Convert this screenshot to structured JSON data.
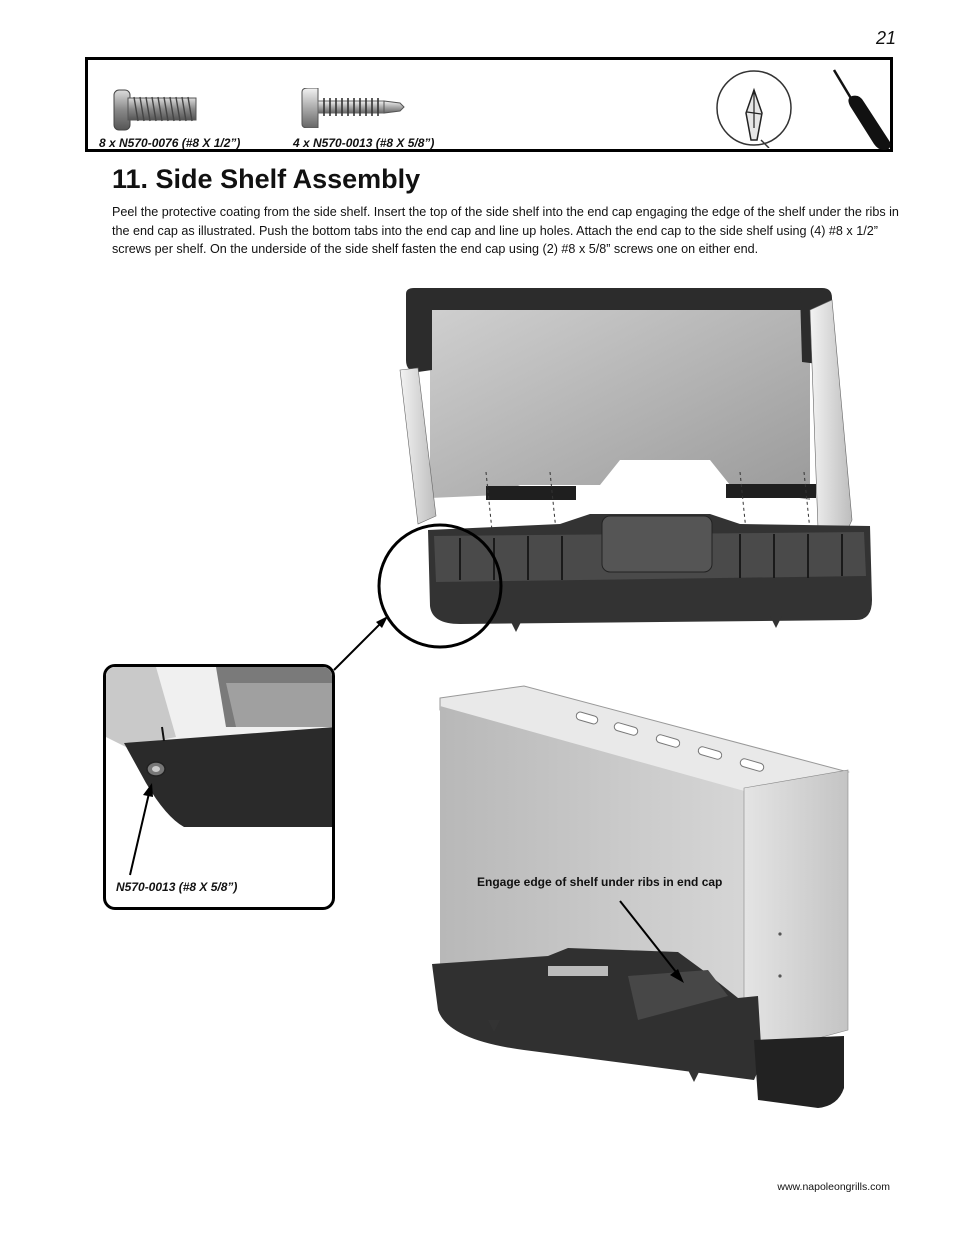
{
  "page": {
    "number": "21"
  },
  "parts": [
    {
      "quantity_label": "8 x N570-0076 (#8 X 1/2”)",
      "icon": "machine-screw-icon"
    },
    {
      "quantity_label": "4 x N570-0013 (#8 X 5/8”)",
      "icon": "self-tapping-screw-icon"
    }
  ],
  "tools": [
    {
      "icon": "phillips-tip-icon"
    },
    {
      "icon": "screwdriver-icon"
    }
  ],
  "section": {
    "title": "11.  Side Shelf Assembly",
    "instructions": "Peel the protective coating from the side shelf.  Insert the top of the side shelf into the end cap engaging the edge of the shelf under the ribs in the end cap as illustrated. Push the bottom tabs into the end cap and line up holes. Attach the end cap to the side shelf using (4) #8 x 1/2” screws per shelf.  On the underside of the side shelf fasten the end cap using (2) #8 x 5/8” screws one on either end."
  },
  "detail_inset": {
    "label": "N570-0013 (#8 X 5/8”)"
  },
  "callouts": {
    "engage": "Engage edge of shelf under ribs in end cap"
  },
  "footer": {
    "url": "www.napoleongrills.com"
  }
}
